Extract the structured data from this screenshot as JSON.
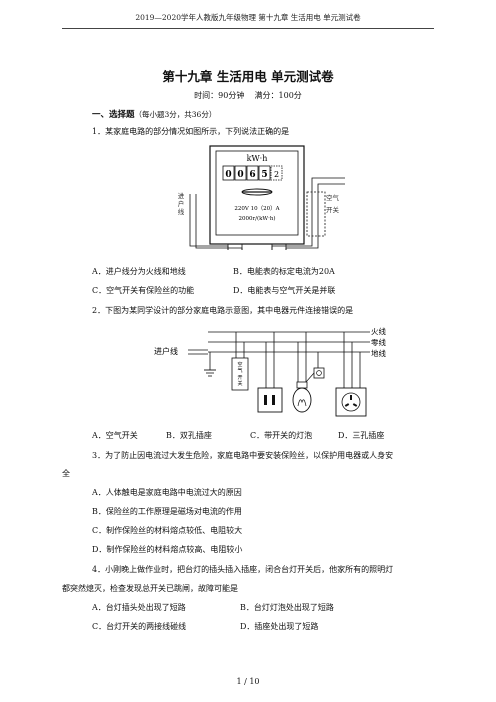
{
  "header": {
    "text": "2019—2020学年人教版九年级物理 第十九章 生活用电 单元测试卷"
  },
  "title": "第十九章 生活用电 单元测试卷",
  "meta": {
    "time": "时间：90分钟",
    "score": "满分：100分"
  },
  "section1": {
    "label": "一、选择题",
    "note": "（每小题3分，共36分）"
  },
  "q1": {
    "stem": "1．某家庭电路的部分情况如图所示，下列说法正确的是",
    "figure": {
      "unit": "kW·h",
      "digits": [
        "0",
        "0",
        "6",
        "5",
        "2"
      ],
      "spec": "220V  10（20）A",
      "rate": "2000r/(kW·h)",
      "left_label": [
        "进",
        "户",
        "线"
      ],
      "right_label": [
        "空气",
        "开关"
      ]
    },
    "options": [
      "A．进户线分为火线和地线",
      "B．电能表的标定电流为20A",
      "C．空气开关有保险丝的功能",
      "D．电能表与空气开关是并联"
    ]
  },
  "q2": {
    "stem": "2．下图为某同学设计的部分家庭电路示意图，其中电器元件连接错误的是",
    "figure": {
      "input_label": "进户线",
      "lines": [
        "火线",
        "零线",
        "地线"
      ],
      "switch_label": [
        "空",
        "气",
        "开",
        "关"
      ]
    },
    "options": [
      "A．空气开关",
      "B．双孔插座",
      "C．带开关的灯泡",
      "D．三孔插座"
    ]
  },
  "q3": {
    "stem_line1": "3．为了防止因电流过大发生危险，家庭电路中要安装保险丝，以保护用电器或人身安",
    "stem_line2": "全",
    "options": [
      "A．人体触电是家庭电路中电流过大的原因",
      "B．保险丝的工作原理是磁场对电流的作用",
      "C．制作保险丝的材料熔点较低、电阻较大",
      "D．制作保险丝的材料熔点较高、电阻较小"
    ]
  },
  "q4": {
    "stem_line1": "4．小刚晚上做作业时，把台灯的插头插入插座，闭合台灯开关后，他家所有的照明灯",
    "stem_line2": "都突然熄灭，检查发现总开关已跳闸，故障可能是",
    "options": [
      "A．台灯插头处出现了短路",
      "B．台灯灯泡处出现了短路",
      "C．台灯开关的两接线碰线",
      "D．插座处出现了短路"
    ]
  },
  "footer": {
    "page": "1 / 10"
  }
}
